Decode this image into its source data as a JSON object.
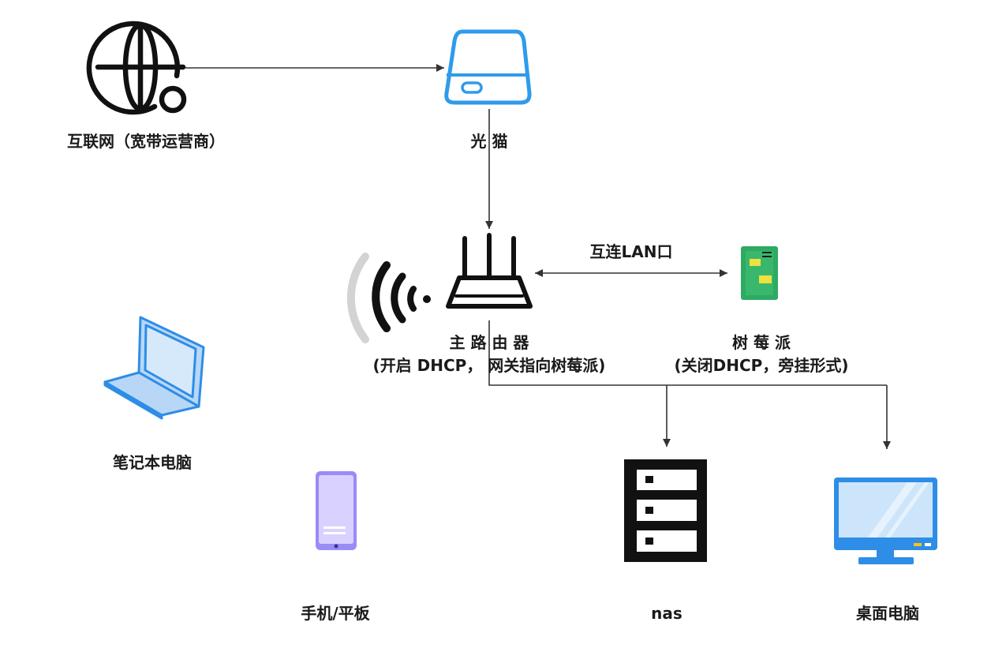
{
  "labels": {
    "internet": "互联网（宽带运营商）",
    "modem": "光 猫",
    "lan_link": "互连LAN口",
    "router_name": "主 路 由 器",
    "router_note": "(开启 DHCP， 网关指向树莓派)",
    "pi_name": "树 莓 派",
    "pi_note": "(关闭DHCP，旁挂形式)",
    "laptop": "笔记本电脑",
    "phone": "手机/平板",
    "nas": "nas",
    "desktop": "桌面电脑"
  },
  "icons": {
    "internet": "globe-icon",
    "modem": "modem-icon",
    "router": "router-icon",
    "wifi": "wifi-icon",
    "pi": "raspberry-pi-icon",
    "laptop": "laptop-icon",
    "phone": "phone-icon",
    "nas": "nas-server-icon",
    "desktop": "desktop-monitor-icon"
  },
  "colors": {
    "line": "#333333",
    "modem_blue": "#2f9bea",
    "device_blue": "#2e8de6",
    "phone_purple": "#9a8cf5",
    "pi_green": "#2eaa62"
  }
}
